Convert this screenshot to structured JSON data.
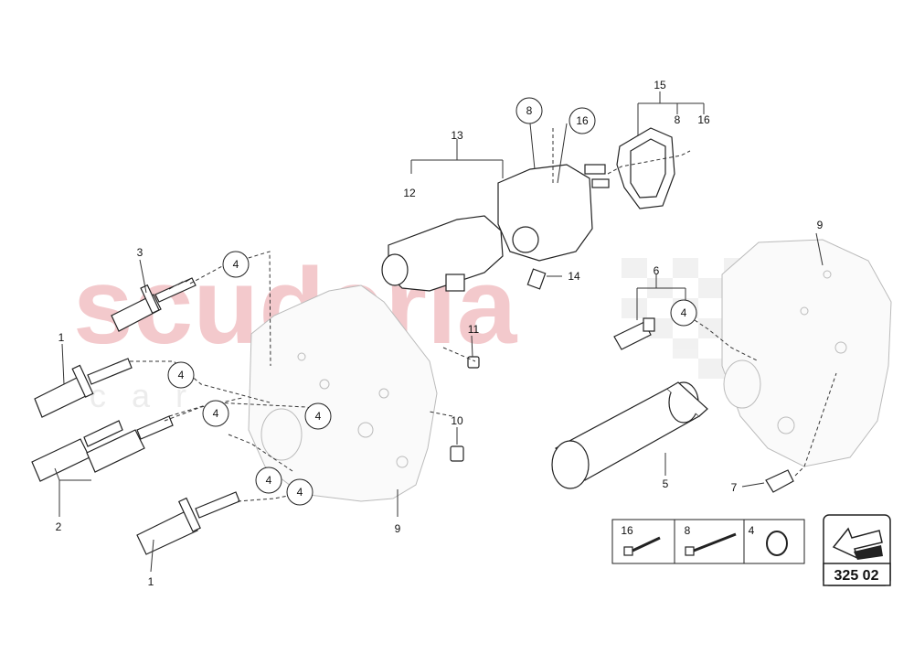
{
  "watermark": {
    "main": "scuderia",
    "sub": "car parts"
  },
  "callouts": {
    "c1a": "1",
    "c1b": "1",
    "c2": "2",
    "c3": "3",
    "c4a": "4",
    "c4b": "4",
    "c4c": "4",
    "c4d": "4",
    "c4e": "4",
    "c4f": "4",
    "c4g": "4",
    "c5": "5",
    "c6": "6",
    "c7": "7",
    "c8a": "8",
    "c8b": "8",
    "c9a": "9",
    "c9b": "9",
    "c10": "10",
    "c11": "11",
    "c12": "12",
    "c13": "13",
    "c14": "14",
    "c15": "15",
    "c16a": "16",
    "c16b": "16"
  },
  "legend": {
    "items": [
      "16",
      "8",
      "4"
    ]
  },
  "code": "325 02",
  "icons": {
    "nav": "arrow-up-left-icon"
  }
}
